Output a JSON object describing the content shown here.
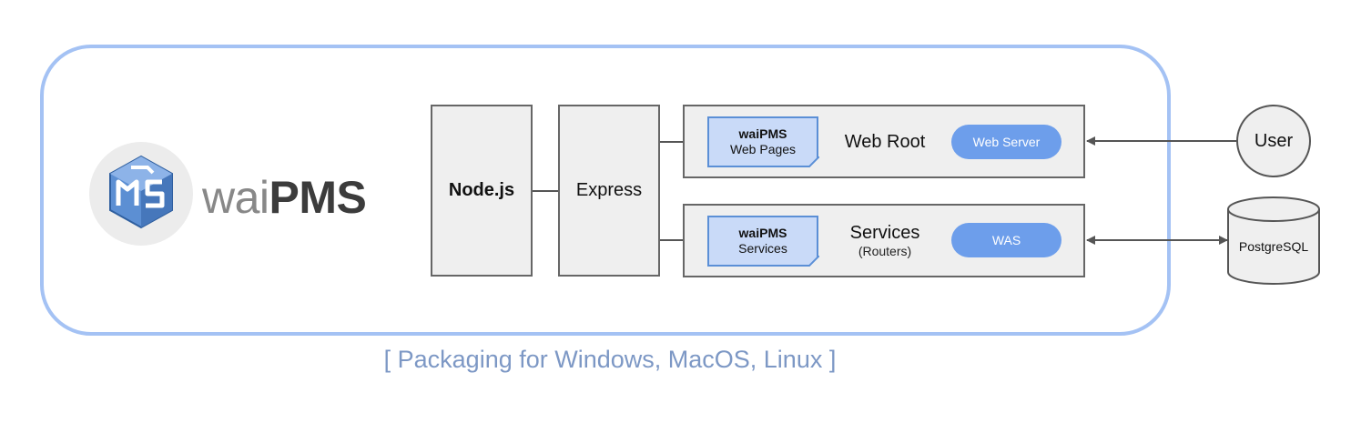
{
  "logo": {
    "word_a": "wai",
    "word_b": "PMS"
  },
  "stack": {
    "nodejs": "Node.js",
    "express": "Express"
  },
  "web_root": {
    "doc_title": "waiPMS",
    "doc_subtitle": "Web Pages",
    "label": "Web Root",
    "server": "Web Server"
  },
  "services": {
    "doc_title": "waiPMS",
    "doc_subtitle": "Services",
    "label": "Services",
    "sublabel": "(Routers)",
    "server": "WAS"
  },
  "external": {
    "user": "User",
    "database": "PostgreSQL"
  },
  "caption": "[ Packaging for Windows, MacOS, Linux ]",
  "colors": {
    "frame": "#a4c2f4",
    "doc_fill": "#c9daf8",
    "pill": "#6d9eeb",
    "caption": "#7d98c5"
  }
}
